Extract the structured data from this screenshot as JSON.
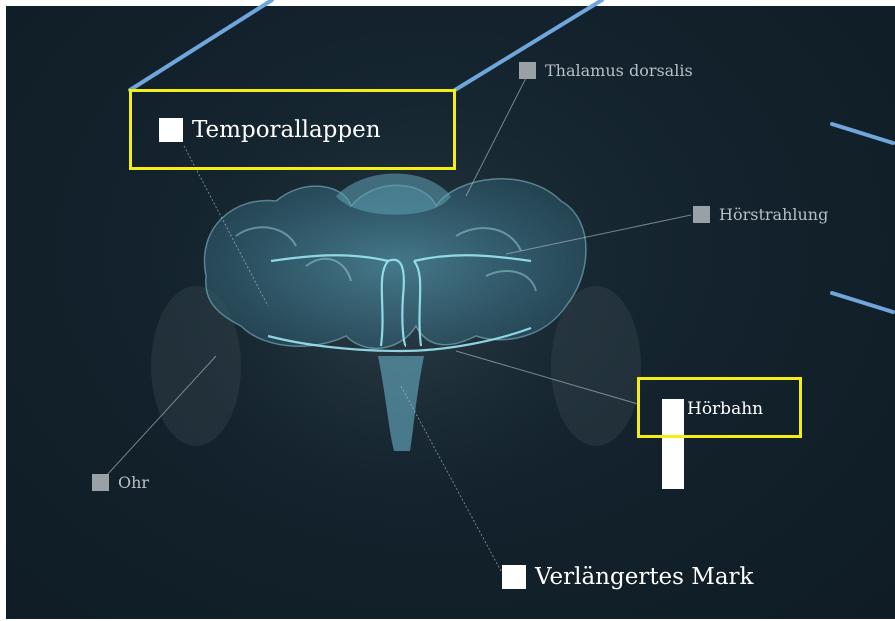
{
  "labels": {
    "temporallappen": "Temporallappen",
    "thalamus": "Thalamus dorsalis",
    "hoerstrahlung": "Hörstrahlung",
    "hoerbahn": "Hörbahn",
    "ohr": "Ohr",
    "verlaengertes_mark": "Verlängertes Mark"
  },
  "colors": {
    "background": "#13222c",
    "highlight": "#f2ee16",
    "connector": "#6fa6dc",
    "brain": "#6fb7c9"
  }
}
